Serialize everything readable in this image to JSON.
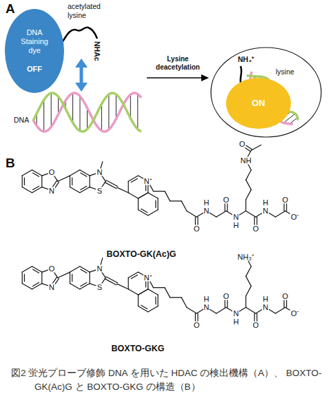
{
  "diagram": {
    "caption": "図2 蛍光プローブ修飾 DNA を用いた HDAC の検出機構（A）、 BOXTO-GK(Ac)G と BOXTO-GKG の構造（B）",
    "nodes": [
      {
        "text": [
          "DNA Staining dye",
          "OFF"
        ]
      },
      {
        "text": [
          "NH₃⁺",
          "lysine"
        ]
      },
      {
        "text": [
          "ON"
        ],
        "in": 1
      }
    ],
    "labels": [
      "A",
      "acetylated lysine",
      "NHAc",
      "DNA",
      "Lysine deacetylation",
      "B",
      "O",
      "N",
      "N",
      "S",
      "N⁺",
      "O",
      "H",
      "N",
      "O",
      "N",
      "H",
      "O",
      "H",
      "N",
      "O",
      "O⁻",
      "NH",
      "O",
      "BOXTO-GK(Ac)G",
      "O",
      "N",
      "N",
      "S",
      "N⁺",
      "O",
      "H",
      "N",
      "O",
      "N",
      "H",
      "O",
      "H",
      "N",
      "O",
      "O⁻",
      "NH₃⁺",
      "BOXTO-GKG"
    ]
  }
}
